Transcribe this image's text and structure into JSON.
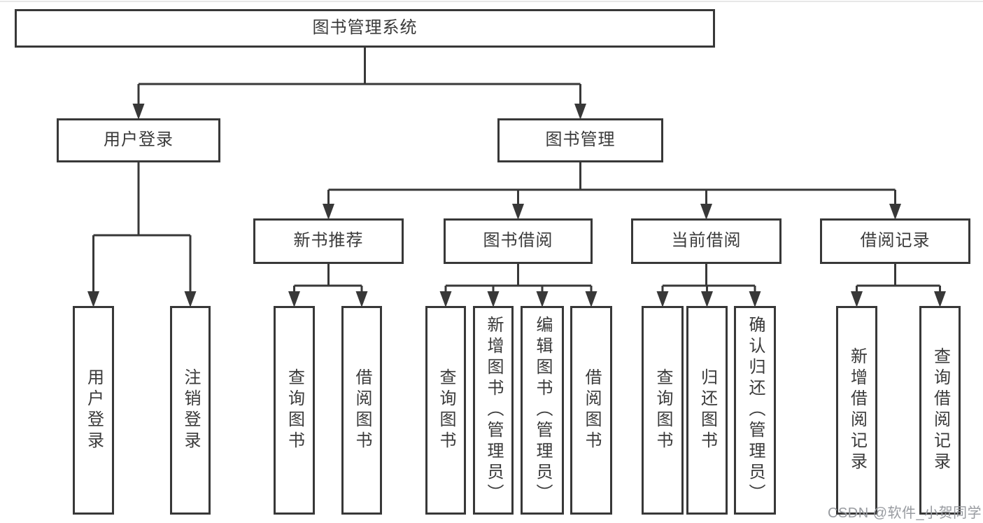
{
  "diagram": {
    "title": "图书管理系统",
    "type": "functional-structure-tree"
  },
  "nodes": [
    {
      "id": "root",
      "label": "图书管理系统",
      "orientation": "horizontal"
    },
    {
      "id": "user-login",
      "label": "用户登录",
      "orientation": "horizontal"
    },
    {
      "id": "book-mgmt",
      "label": "图书管理",
      "orientation": "horizontal"
    },
    {
      "id": "new-book-rec",
      "label": "新书推荐",
      "orientation": "horizontal"
    },
    {
      "id": "book-borrow",
      "label": "图书借阅",
      "orientation": "horizontal"
    },
    {
      "id": "current-borrow",
      "label": "当前借阅",
      "orientation": "horizontal"
    },
    {
      "id": "borrow-record",
      "label": "借阅记录",
      "orientation": "horizontal"
    },
    {
      "id": "v-user-login",
      "label": "用户登录",
      "orientation": "vertical"
    },
    {
      "id": "v-logout",
      "label": "注销登录",
      "orientation": "vertical"
    },
    {
      "id": "v-query-book-1",
      "label": "查询图书",
      "orientation": "vertical"
    },
    {
      "id": "v-borrow-book-1",
      "label": "借阅图书",
      "orientation": "vertical"
    },
    {
      "id": "v-query-book-2",
      "label": "查询图书",
      "orientation": "vertical"
    },
    {
      "id": "v-add-book",
      "label": "新增图书（管理员）",
      "orientation": "vertical"
    },
    {
      "id": "v-edit-book",
      "label": "编辑图书（管理员）",
      "orientation": "vertical"
    },
    {
      "id": "v-borrow-book-2",
      "label": "借阅图书",
      "orientation": "vertical"
    },
    {
      "id": "v-query-book-3",
      "label": "查询图书",
      "orientation": "vertical"
    },
    {
      "id": "v-return-book",
      "label": "归还图书",
      "orientation": "vertical"
    },
    {
      "id": "v-confirm-return",
      "label": "确认归还（管理员）",
      "orientation": "vertical"
    },
    {
      "id": "v-add-record",
      "label": "新增借阅记录",
      "orientation": "vertical"
    },
    {
      "id": "v-query-record",
      "label": "查询借阅记录",
      "orientation": "vertical"
    }
  ],
  "edges": [
    {
      "from": "root",
      "to": [
        "user-login",
        "book-mgmt"
      ]
    },
    {
      "from": "user-login",
      "to": [
        "v-user-login",
        "v-logout"
      ]
    },
    {
      "from": "book-mgmt",
      "to": [
        "new-book-rec",
        "book-borrow",
        "current-borrow",
        "borrow-record"
      ]
    },
    {
      "from": "new-book-rec",
      "to": [
        "v-query-book-1",
        "v-borrow-book-1"
      ]
    },
    {
      "from": "book-borrow",
      "to": [
        "v-query-book-2",
        "v-add-book",
        "v-edit-book",
        "v-borrow-book-2"
      ]
    },
    {
      "from": "current-borrow",
      "to": [
        "v-query-book-3",
        "v-return-book",
        "v-confirm-return"
      ]
    },
    {
      "from": "borrow-record",
      "to": [
        "v-add-record",
        "v-query-record"
      ]
    }
  ],
  "watermark": {
    "text": "CSDN @软件_小贺同学"
  },
  "colors": {
    "line": "#383838",
    "box_border": "#383838",
    "text": "#3a3a3a",
    "watermark": "#989ba0",
    "background": "#ffffff"
  }
}
